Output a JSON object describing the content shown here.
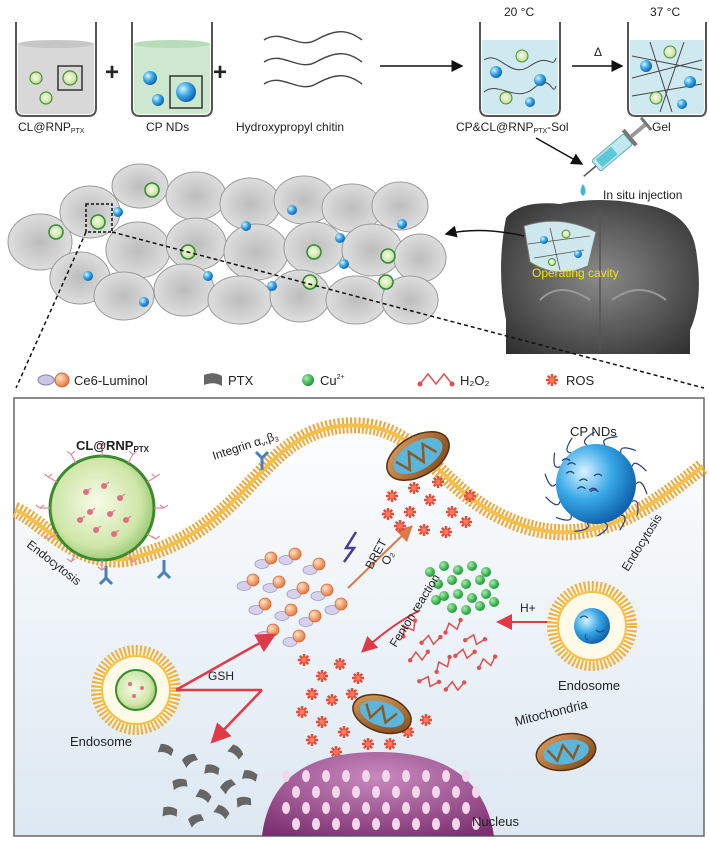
{
  "top": {
    "beaker1_label": "CL@RNP",
    "beaker1_sub": "PTX",
    "beaker2_label": "CP NDs",
    "polymer_label": "Hydroxypropyl chitin",
    "plus": "+",
    "temp_sol": "20 °C",
    "temp_gel": "37 °C",
    "heat_symbol": "Δ",
    "sol_label_a": "CP&CL@RNP",
    "sol_label_sub": "PTX",
    "sol_label_b": "-Sol",
    "gel_label": "Gel",
    "injection_label": "In situ injection",
    "cavity_label": "Operating cavity"
  },
  "legend": {
    "ce6": "Ce6-Luminol",
    "ptx": "PTX",
    "cu": "Cu",
    "cu_sup": "2+",
    "h2o2": "H₂O₂",
    "ros": "ROS"
  },
  "cell": {
    "clrnp_label": "CL@RNP",
    "clrnp_sub": "PTX",
    "integrin_label": "Integrin α",
    "integrin_sub_v": "v",
    "integrin_beta": "β",
    "integrin_sub_3": "3",
    "cpnds_label": "CP NDs",
    "endocytosis_left": "Endocytosis",
    "endocytosis_right": "Endocytosis",
    "bret": "BRET",
    "o2": "O₂",
    "fenton": "Fenton reaction",
    "h_plus": "H+",
    "gsh": "GSH",
    "endosome_left": "Endosome",
    "endosome_right": "Endosome",
    "mitochondria": "Mitochondria",
    "nucleus": "Nucleus"
  },
  "colors": {
    "beaker_grey": "#d8d8d8",
    "beaker_green": "#cde8cf",
    "gel_blue": "#cfe9f0",
    "membrane_orange": "#f2a53a",
    "cu_green": "#2fb04c",
    "ros_red": "#e54a36",
    "nucleus_purple": "#9b4a8e",
    "cavity_yellow": "#f2e600"
  }
}
